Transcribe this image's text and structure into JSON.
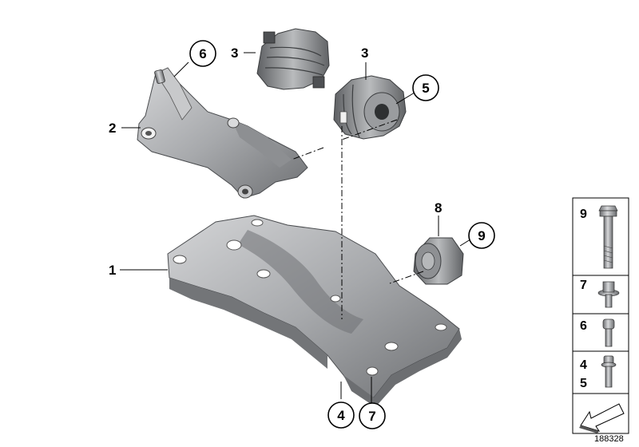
{
  "diagram": {
    "callouts": {
      "c1": "1",
      "c2": "2",
      "c3a": "3",
      "c3b": "3",
      "c4": "4",
      "c5": "5",
      "c6": "6",
      "c7": "7",
      "c8": "8",
      "c9": "9"
    },
    "legend": {
      "row_9": "9",
      "row_7": "7",
      "row_6": "6",
      "row_45_a": "4",
      "row_45_b": "5"
    },
    "reference_number": "188328",
    "colors": {
      "part_metal": "#a9abad",
      "part_dark": "#6e7073",
      "rubber": "#8a8c8f",
      "line": "#000000"
    }
  }
}
